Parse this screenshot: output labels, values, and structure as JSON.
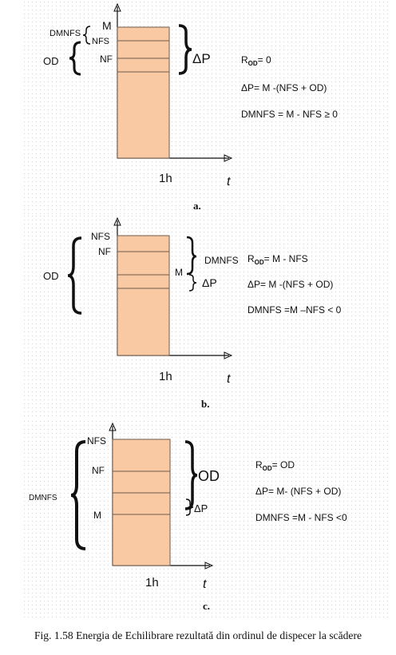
{
  "colors": {
    "bar_fill": "#f9c9a4",
    "bar_stroke": "#6e5a4a",
    "line": "#111111"
  },
  "panels": [
    {
      "id": "a",
      "levels": {
        "M": "M",
        "NFS": "NFS",
        "NF": "NF",
        "DMNFS": "DMNFS",
        "OD": "OD",
        "dP": "ΔP"
      },
      "x_tick": "1h",
      "x_axis": "t",
      "equations": [
        "R",
        "OD",
        "= 0",
        "ΔP= M -(NFS + OD)",
        "DMNFS = M - NFS ≥ 0"
      ],
      "caption": "a."
    },
    {
      "id": "b",
      "levels": {
        "NFS": "NFS",
        "NF": "NF",
        "M": "M",
        "DMNFS": "DMNFS",
        "OD": "OD",
        "dP": "ΔP"
      },
      "x_tick": "1h",
      "x_axis": "t",
      "equations": [
        "R",
        "OD",
        "= M - NFS",
        "ΔP=  M -(NFS + OD)",
        "DMNFS =M –NFS < 0"
      ],
      "caption": "b."
    },
    {
      "id": "c",
      "levels": {
        "NFS": "NFS",
        "NF": "NF",
        "M": "M",
        "DMNFS": "DMNFS",
        "OD": "OD",
        "dP": "ΔP"
      },
      "x_tick": "1h",
      "x_axis": "t",
      "equations": [
        "R",
        "OD",
        "= OD",
        "ΔP= M- (NFS + OD)",
        "DMNFS =M - NFS <0"
      ],
      "caption": "c."
    }
  ],
  "figure_caption": "Fig. 1.58 Energia de Echilibrare rezultată din ordinul de dispecer la scădere"
}
